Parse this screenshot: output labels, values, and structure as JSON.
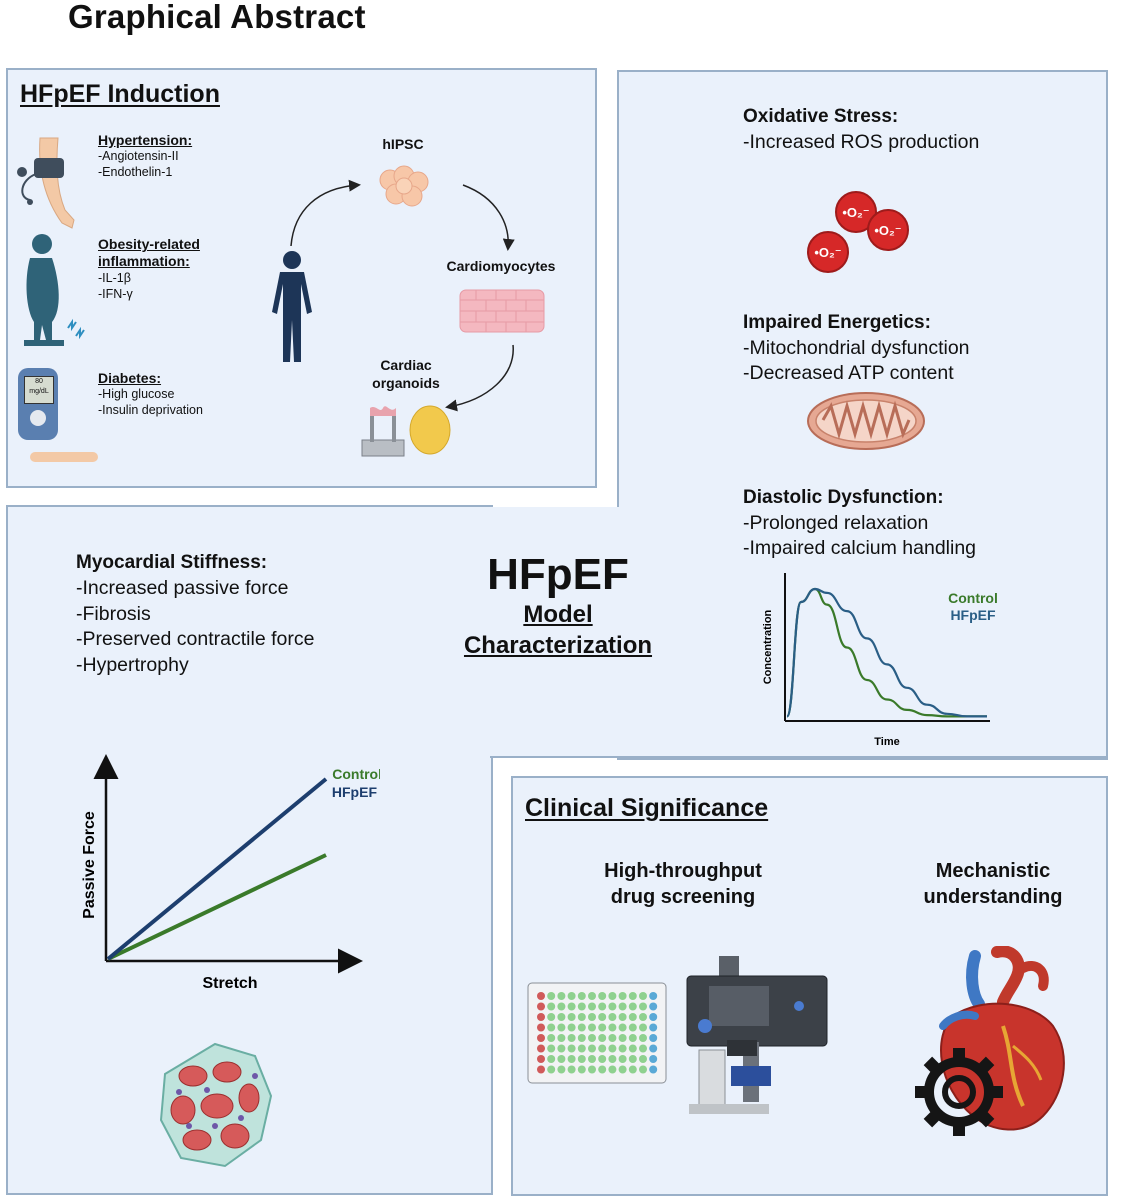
{
  "title": "Graphical Abstract",
  "induction": {
    "title": "HFpEF Induction",
    "hypertension": {
      "heading": "Hypertension:",
      "items": [
        "-Angiotensin-II",
        "-Endothelin-1"
      ]
    },
    "obesity": {
      "heading_line1": "Obesity-related",
      "heading_line2": "inflammation:",
      "items": [
        "-IL-1β",
        "-IFN-γ"
      ]
    },
    "diabetes": {
      "heading": "Diabetes:",
      "items": [
        "-High glucose",
        "-Insulin deprivation"
      ]
    },
    "glucometer_reading": "80",
    "glucometer_unit": "mg/dL",
    "hipsc": "hIPSC",
    "cardiomyocytes": "Cardiomyocytes",
    "organoids_line1": "Cardiac",
    "organoids_line2": "organoids"
  },
  "characterization": {
    "center_title": "HFpEF",
    "center_sub1": "Model",
    "center_sub2": "Characterization",
    "oxidative": {
      "heading": "Oxidative Stress:",
      "items": [
        "-Increased ROS production"
      ]
    },
    "superoxide_label": "•O₂⁻",
    "energetics": {
      "heading": "Impaired Energetics:",
      "items": [
        "-Mitochondrial dysfunction",
        "-Decreased ATP content"
      ]
    },
    "diastolic": {
      "heading": "Diastolic Dysfunction:",
      "items": [
        "-Prolonged relaxation",
        "-Impaired calcium handling"
      ]
    },
    "stiffness": {
      "heading": "Myocardial Stiffness:",
      "items": [
        "-Increased passive force",
        "-Fibrosis",
        "-Preserved contractile force",
        "-Hypertrophy"
      ]
    }
  },
  "clinical": {
    "title": "Clinical Significance",
    "screening_line1": "High-throughput",
    "screening_line2": "drug screening",
    "mechanistic_line1": "Mechanistic",
    "mechanistic_line2": "understanding"
  },
  "colors": {
    "control": "#3a7a2a",
    "hfpef": "#2a5e86",
    "panel": "#eaf1fb",
    "border": "#9ab0c8"
  },
  "chart_data": [
    {
      "type": "line",
      "xlabel": "Time",
      "ylabel": "Concentration",
      "series": [
        {
          "name": "Control",
          "x": [
            0,
            0.07,
            0.14,
            0.2,
            0.3,
            0.4,
            0.5,
            0.6,
            0.7,
            0.8,
            0.9,
            1.0
          ],
          "values": [
            0.02,
            0.9,
            1.0,
            0.88,
            0.55,
            0.3,
            0.15,
            0.07,
            0.03,
            0.02,
            0.02,
            0.02
          ]
        },
        {
          "name": "HFpEF",
          "x": [
            0,
            0.07,
            0.14,
            0.2,
            0.3,
            0.4,
            0.5,
            0.6,
            0.7,
            0.8,
            0.9,
            1.0
          ],
          "values": [
            0.02,
            0.9,
            1.0,
            0.97,
            0.83,
            0.62,
            0.42,
            0.24,
            0.11,
            0.04,
            0.02,
            0.02
          ]
        }
      ]
    },
    {
      "type": "line",
      "xlabel": "Stretch",
      "ylabel": "Passive Force",
      "series": [
        {
          "name": "Control",
          "x": [
            0,
            1
          ],
          "values": [
            0,
            0.52
          ]
        },
        {
          "name": "HFpEF",
          "x": [
            0,
            1
          ],
          "values": [
            0,
            0.9
          ]
        }
      ]
    }
  ]
}
